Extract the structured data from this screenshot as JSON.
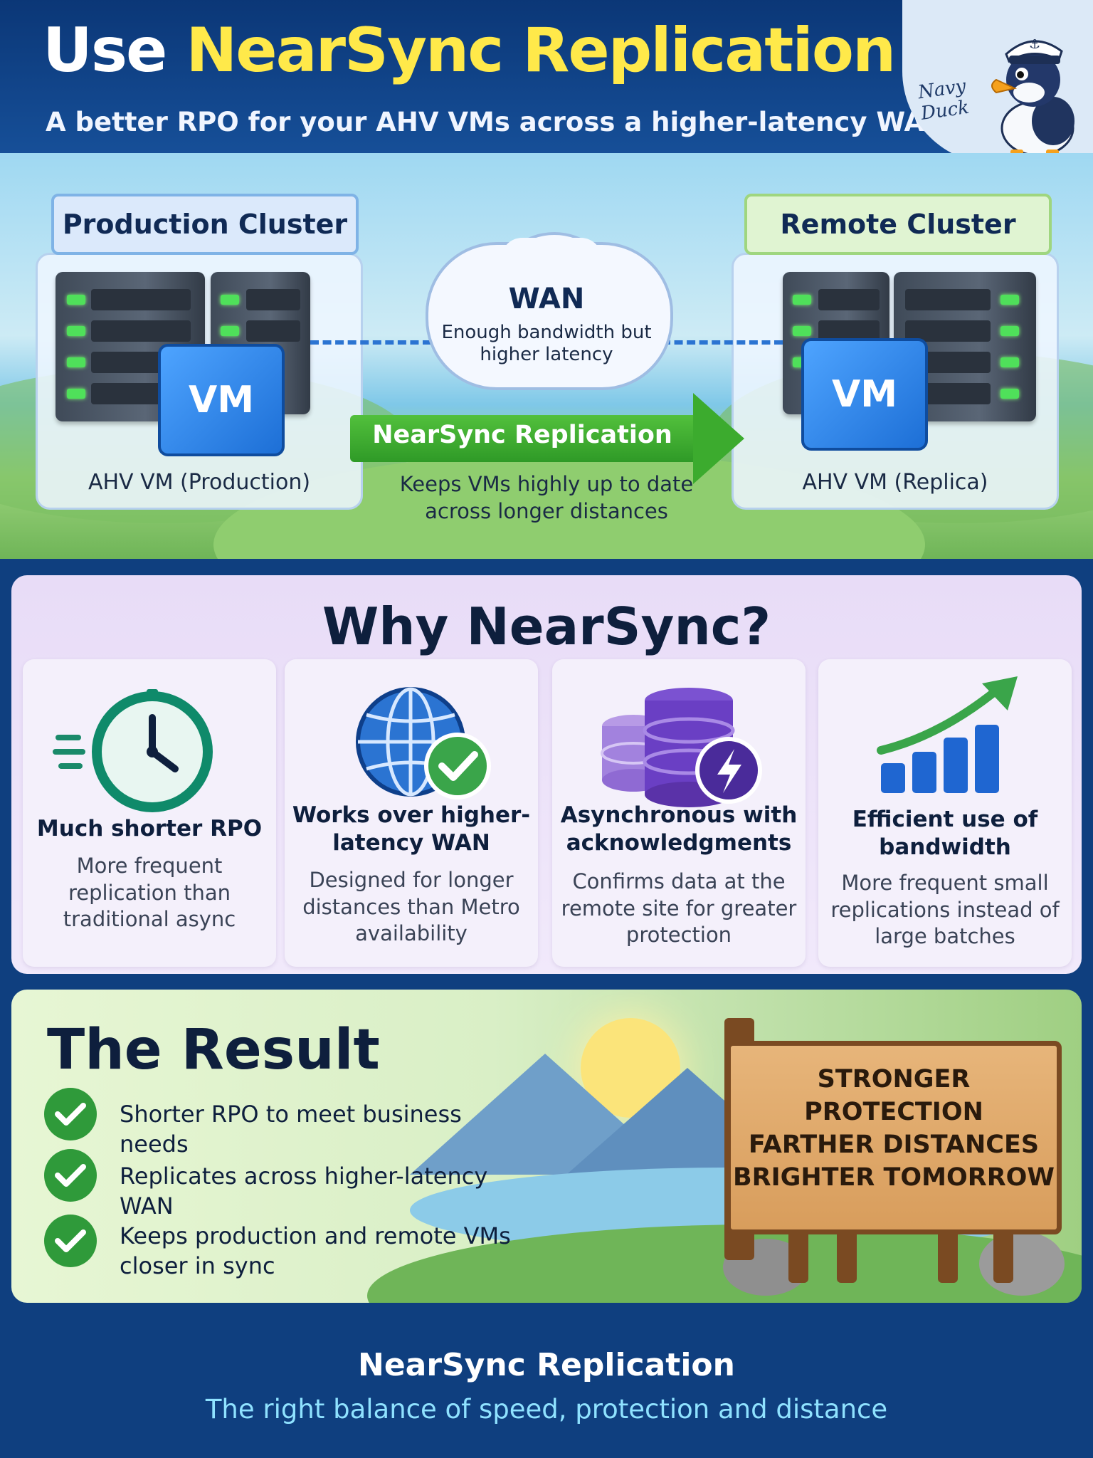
{
  "header": {
    "title_part1": "Use",
    "title_part2": "NearSync Replication",
    "subtitle": "A better RPO for your AHV VMs across a higher-latency WAN",
    "mascot_label": "Navy Duck"
  },
  "diagram": {
    "production": {
      "title": "Production Cluster",
      "vm_label": "VM",
      "caption": "AHV VM (Production)"
    },
    "remote": {
      "title": "Remote Cluster",
      "vm_label": "VM",
      "caption": "AHV VM (Replica)"
    },
    "wan": {
      "title": "WAN",
      "description": "Enough bandwidth but higher latency"
    },
    "replication": {
      "label": "NearSync Replication",
      "description": "Keeps VMs highly up to date across longer distances"
    }
  },
  "why": {
    "heading": "Why NearSync?",
    "cards": [
      {
        "icon": "clock-icon",
        "title": "Much shorter RPO",
        "description": "More frequent replication than traditional async"
      },
      {
        "icon": "globe-check-icon",
        "title": "Works over higher-latency WAN",
        "description": "Designed for longer distances than Metro availability"
      },
      {
        "icon": "database-bolt-icon",
        "title": "Asynchronous with acknowledgments",
        "description": "Confirms data at the remote site for greater protection"
      },
      {
        "icon": "bar-chart-arrow-icon",
        "title": "Efficient use of bandwidth",
        "description": "More frequent small replications instead of large batches"
      }
    ]
  },
  "result": {
    "heading": "The Result",
    "items": [
      "Shorter RPO to meet business needs",
      "Replicates across higher-latency WAN",
      "Keeps production and remote VMs closer in sync"
    ],
    "sign_lines": [
      "STRONGER",
      "PROTECTION",
      "FARTHER DISTANCES",
      "BRIGHTER TOMORROW"
    ]
  },
  "footer": {
    "title": "NearSync Replication",
    "tagline": "The right balance of speed, protection and distance"
  },
  "colors": {
    "navy": "#0f3f7f",
    "accent_yellow": "#ffe94a",
    "replication_green": "#3cab2e",
    "vm_blue": "#1d6fd6",
    "why_panel_lavender": "#e8dcf7",
    "result_panel_green": "#d9efc6",
    "footer_cyan": "#8fe2ff"
  }
}
